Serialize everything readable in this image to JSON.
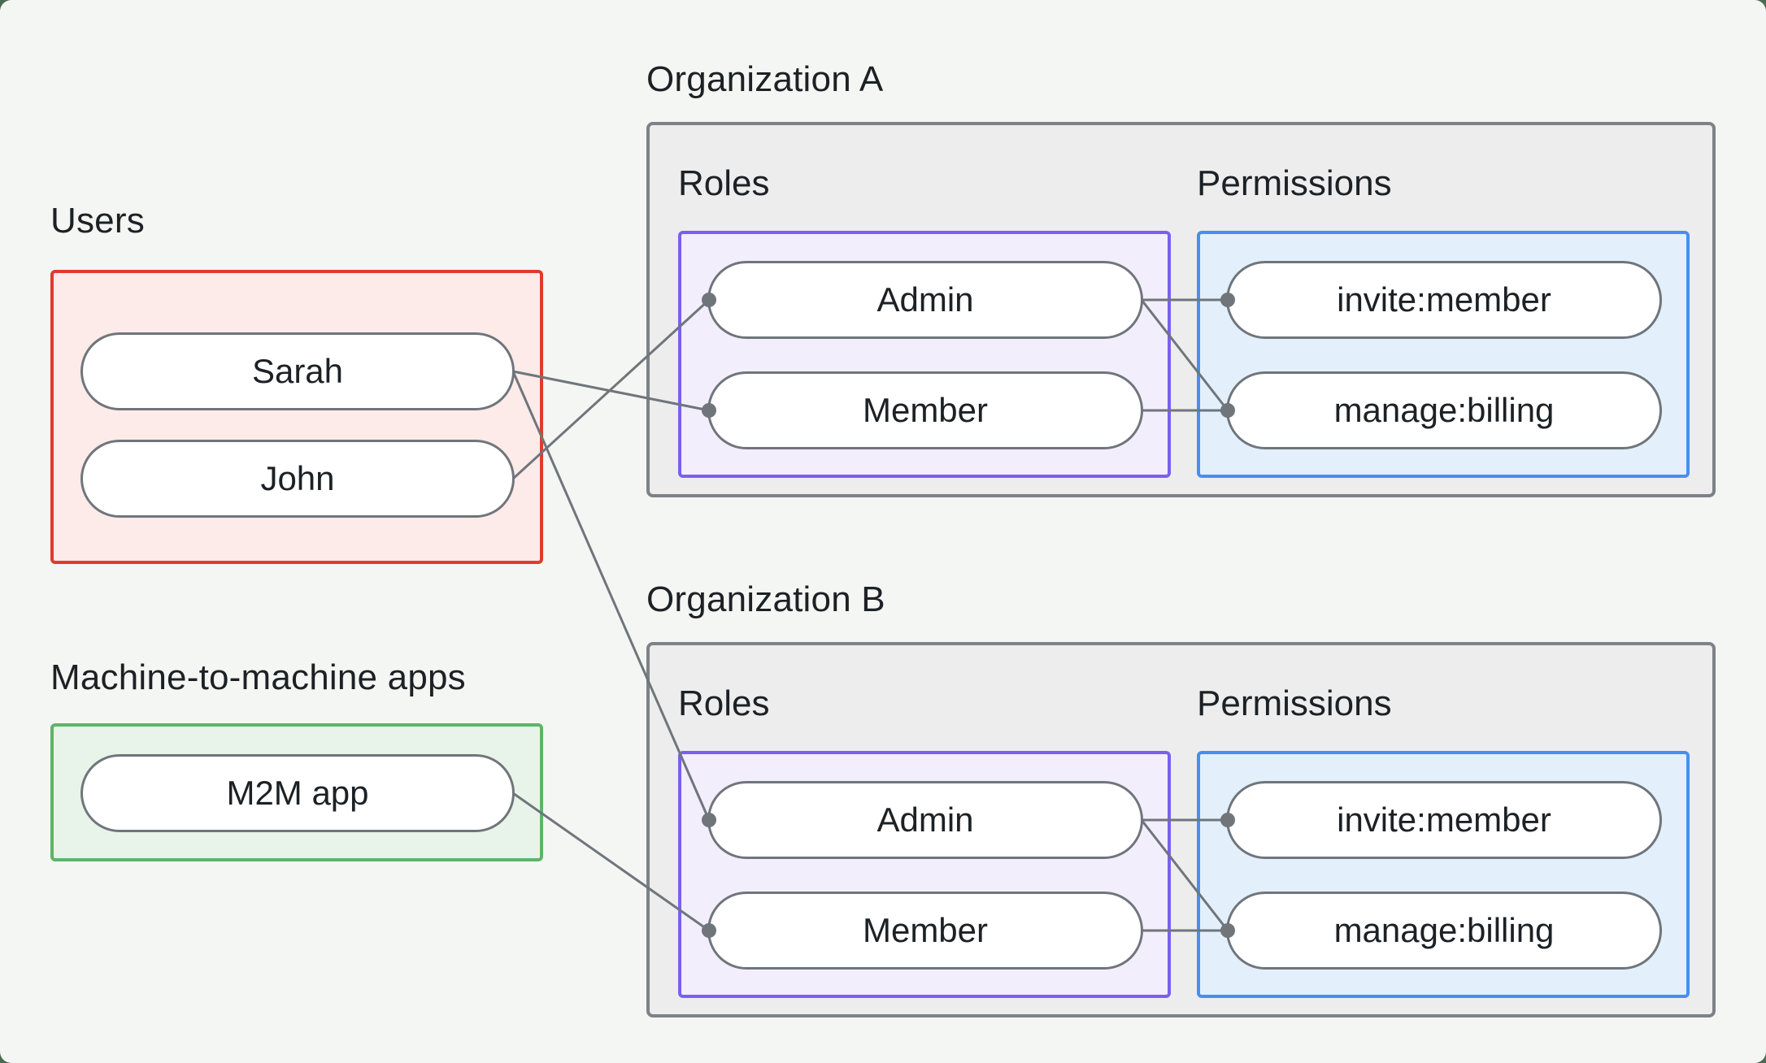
{
  "palette": {
    "page-outer": "#4a6b52",
    "card-bg": "#f4f6f3",
    "text": "#1c2125",
    "connector-line": "#6f757b",
    "users-border": "#e03a30",
    "users-bg": "#fcebe9",
    "m2m-border": "#60b368",
    "m2m-bg": "#e8f4e9",
    "roles-border": "#7b5ff2",
    "roles-bg": "#f3eefc",
    "permissions-border": "#478ff0",
    "permissions-bg": "#e3f0fb",
    "org-box-bg": "#ededed",
    "org-box-border": "#7d8287"
  },
  "diagram": {
    "users_group": {
      "label": "Users",
      "items": [
        {
          "id": "user-sarah",
          "label": "Sarah"
        },
        {
          "id": "user-john",
          "label": "John"
        }
      ]
    },
    "m2m_group": {
      "label": "Machine-to-machine apps",
      "items": [
        {
          "id": "m2m-app",
          "label": "M2M app"
        }
      ]
    },
    "organizations": [
      {
        "label": "Organization A",
        "roles_label": "Roles",
        "permissions_label": "Permissions",
        "roles": [
          {
            "id": "orgA-admin",
            "label": "Admin"
          },
          {
            "id": "orgA-member",
            "label": "Member"
          }
        ],
        "permissions": [
          {
            "id": "orgA-invite-member",
            "label": "invite:member"
          },
          {
            "id": "orgA-manage-billing",
            "label": "manage:billing"
          }
        ]
      },
      {
        "label": "Organization B",
        "roles_label": "Roles",
        "permissions_label": "Permissions",
        "roles": [
          {
            "id": "orgB-admin",
            "label": "Admin"
          },
          {
            "id": "orgB-member",
            "label": "Member"
          }
        ],
        "permissions": [
          {
            "id": "orgB-invite-member",
            "label": "invite:member"
          },
          {
            "id": "orgB-manage-billing",
            "label": "manage:billing"
          }
        ]
      }
    ],
    "edges": [
      {
        "from": "user-sarah",
        "to": "orgA-member"
      },
      {
        "from": "user-john",
        "to": "orgA-admin"
      },
      {
        "from": "user-sarah",
        "to": "orgB-admin"
      },
      {
        "from": "m2m-app",
        "to": "orgB-member"
      },
      {
        "from": "orgA-admin",
        "to": "orgA-invite-member"
      },
      {
        "from": "orgA-admin",
        "to": "orgA-manage-billing"
      },
      {
        "from": "orgA-member",
        "to": "orgA-manage-billing"
      },
      {
        "from": "orgB-admin",
        "to": "orgB-invite-member"
      },
      {
        "from": "orgB-admin",
        "to": "orgB-manage-billing"
      },
      {
        "from": "orgB-member",
        "to": "orgB-manage-billing"
      }
    ]
  }
}
